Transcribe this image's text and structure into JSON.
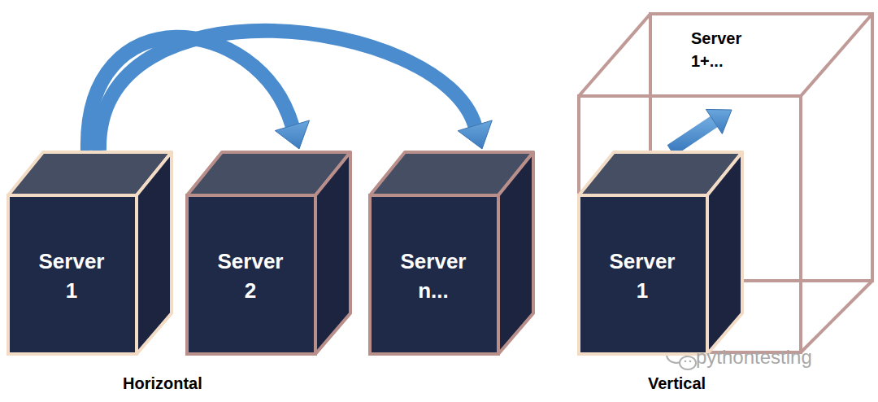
{
  "diagram": {
    "nodes": [
      {
        "text": [
          "Server 1"
        ]
      },
      {
        "text": [
          "Server 2"
        ]
      },
      {
        "text": [
          "Server n..."
        ]
      },
      {
        "text": [
          "Server 1+..."
        ]
      },
      {
        "text": [
          "Server 1"
        ],
        "in": 3
      }
    ],
    "edges": [
      {
        "from": 0,
        "to": 1,
        "arrow": "to"
      },
      {
        "from": 0,
        "to": 2,
        "arrow": "to"
      },
      {
        "from": 4,
        "to": 3,
        "arrow": "to"
      }
    ],
    "labels": [
      "Horizontal",
      "Vertical",
      "pythontesting"
    ]
  }
}
